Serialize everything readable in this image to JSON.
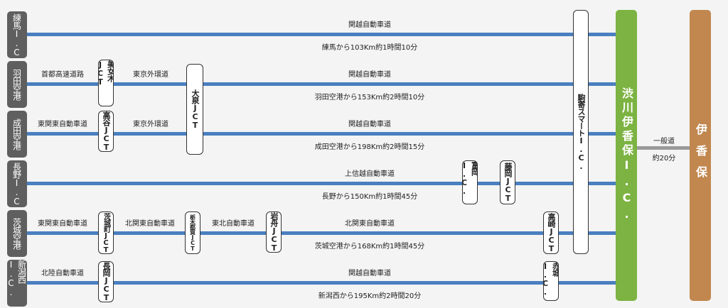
{
  "origins": [
    "練馬I.C",
    "羽田空港",
    "成田空港",
    "長野I.C",
    "茨城空港",
    "新潟西I.C."
  ],
  "routes": [
    {
      "road": "関越自動車道",
      "distance": "練馬から103Km約1時間10分"
    },
    {
      "road": "関越自動車道",
      "distance": "羽田空港から153Km約2時間10分",
      "seg1": "首都高速道路",
      "seg2": "東京外環道"
    },
    {
      "road": "関越自動車道",
      "distance": "成田空港から198Km約2時間15分",
      "seg1": "東関東自動車道",
      "seg2": "東京外環道"
    },
    {
      "road": "上信越自動車道",
      "distance": "長野から150Km約1時間45分"
    },
    {
      "road": "北関東自動車道",
      "distance": "茨城空港から168Km約1時間45分",
      "seg1": "東関東自動車道",
      "seg2": "北関東自動車道",
      "seg3": "東北自動車道"
    },
    {
      "road": "関越自動車道",
      "distance": "新潟西から195Km約2時間20分",
      "seg1": "北陸自動車道"
    }
  ],
  "junctions": {
    "bijogi": "美女木JCT",
    "koya": "高谷JCT",
    "oizumi": "大泉JCT",
    "tomioka": "富岡I.C.",
    "fujioka": "藤岡JCT",
    "ibarakimachi": "茨城町JCT",
    "tochigitsuga": "栃木都賀JCT",
    "iwafune": "岩舟JCT",
    "takasaki": "高崎JCT",
    "nagaoka": "長岡JCT",
    "akagi": "赤城I.C.",
    "komayose": "駒寄スマートI.C."
  },
  "destination_ic": "渋川伊香保I.C.",
  "destination": "伊香保",
  "final_road": "一般道",
  "final_time": "約20分",
  "colors": {
    "road": "#4a7fc0",
    "ic": "#7cb342",
    "dest": "#c1874f"
  }
}
